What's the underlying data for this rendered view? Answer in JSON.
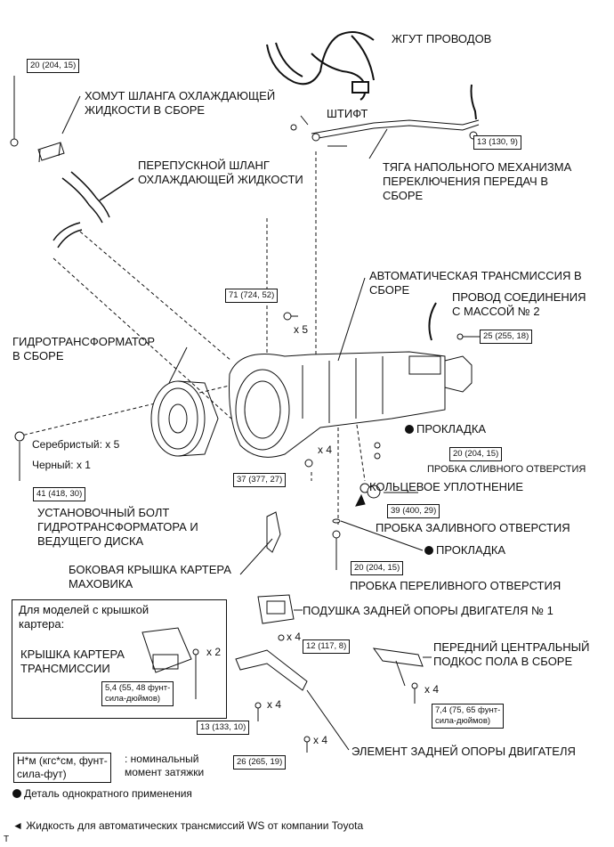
{
  "labels": {
    "wire_harness": "ЖГУТ ПРОВОДОВ",
    "hose_clamp": "ХОМУТ ШЛАНГА ОХЛАЖДАЮЩЕЙ\nЖИДКОСТИ В СБОРЕ",
    "pin": "ШТИФТ",
    "bypass_hose": "ПЕРЕПУСКНОЙ ШЛАНГ\nОХЛАЖДАЮЩЕЙ ЖИДКОСТИ",
    "shift_rod": "ТЯГА НАПОЛЬНОГО МЕХАНИЗМА\nПЕРЕКЛЮЧЕНИЯ ПЕРЕДАЧ В\nСБОРЕ",
    "auto_trans": "АВТОМАТИЧЕСКАЯ ТРАНСМИССИЯ В\nСБОРЕ",
    "ground_wire": "ПРОВОД СОЕДИНЕНИЯ\nС МАССОЙ № 2",
    "torque_converter": "ГИДРОТРАНСФОРМАТОР\nВ СБОРЕ",
    "gasket_1": "ПРОКЛАДКА",
    "drain_plug": "ПРОБКА СЛИВНОГО ОТВЕРСТИЯ",
    "o_ring": "КОЛЬЦЕВОЕ УПЛОТНЕНИЕ",
    "silver": "Серебристый: x 5",
    "black": "Черный: x 1",
    "fill_plug": "ПРОБКА ЗАЛИВНОГО ОТВЕРСТИЯ",
    "gasket_2": "ПРОКЛАДКА",
    "overflow_plug": "ПРОБКА ПЕРЕЛИВНОГО ОТВЕРСТИЯ",
    "set_bolt": "УСТАНОВОЧНЫЙ БОЛТ\nГИДРОТРАНСФОРМАТОРА И\nВЕДУЩЕГО ДИСКА",
    "side_cover": "БОКОВАЯ КРЫШКА КАРТЕРА\nМАХОВИКА",
    "rear_mount": "ПОДУШКА ЗАДНЕЙ ОПОРЫ ДВИГАТЕЛЯ № 1",
    "models_with_cover": "Для моделей с крышкой\nкартера:",
    "trans_cover": "КРЫШКА КАРТЕРА\nТРАНСМИССИИ",
    "front_brace": "ПЕРЕДНИЙ ЦЕНТРАЛЬНЫЙ\nПОДКОС ПОЛА В СБОРЕ",
    "rear_member": "ЭЛЕМЕНТ ЗАДНЕЙ ОПОРЫ ДВИГАТЕЛЯ"
  },
  "torques": {
    "t_clamp": "20 (204, 15)",
    "t_shift": "13 (130, 9)",
    "t_71": "71 (724, 52)",
    "t_ground": "25 (255, 18)",
    "t_drain": "20 (204, 15)",
    "t_37": "37 (377, 27)",
    "t_fill": "39 (400, 29)",
    "t_set": "41 (418, 30)",
    "t_overflow": "20 (204, 15)",
    "t_mount": "12 (117, 8)",
    "t_cover": "5,4 (55, 48 фунт-\nсила-дюймов)",
    "t_brace": "7,4 (75, 65 фунт-\nсила-дюймов)",
    "t_13": "13 (133, 10)",
    "t_26": "26 (265, 19)"
  },
  "quantities": {
    "q_x5": "x 5",
    "q_x4_a": "x 4",
    "q_x2": "x 2",
    "q_x4_b": "x 4",
    "q_x4_c": "x 4",
    "q_x4_d": "x 4",
    "q_x4_e": "x 4"
  },
  "legend": {
    "torque_unit": "Н*м (кгс*см, фунт-\nсила-фут)",
    "torque_desc": ": номинальный\nмомент затяжки",
    "single_use": "Деталь однократного применения",
    "fluid": "Жидкость для автоматических трансмиссий WS от компании Toyota"
  },
  "footer_mark": "T"
}
